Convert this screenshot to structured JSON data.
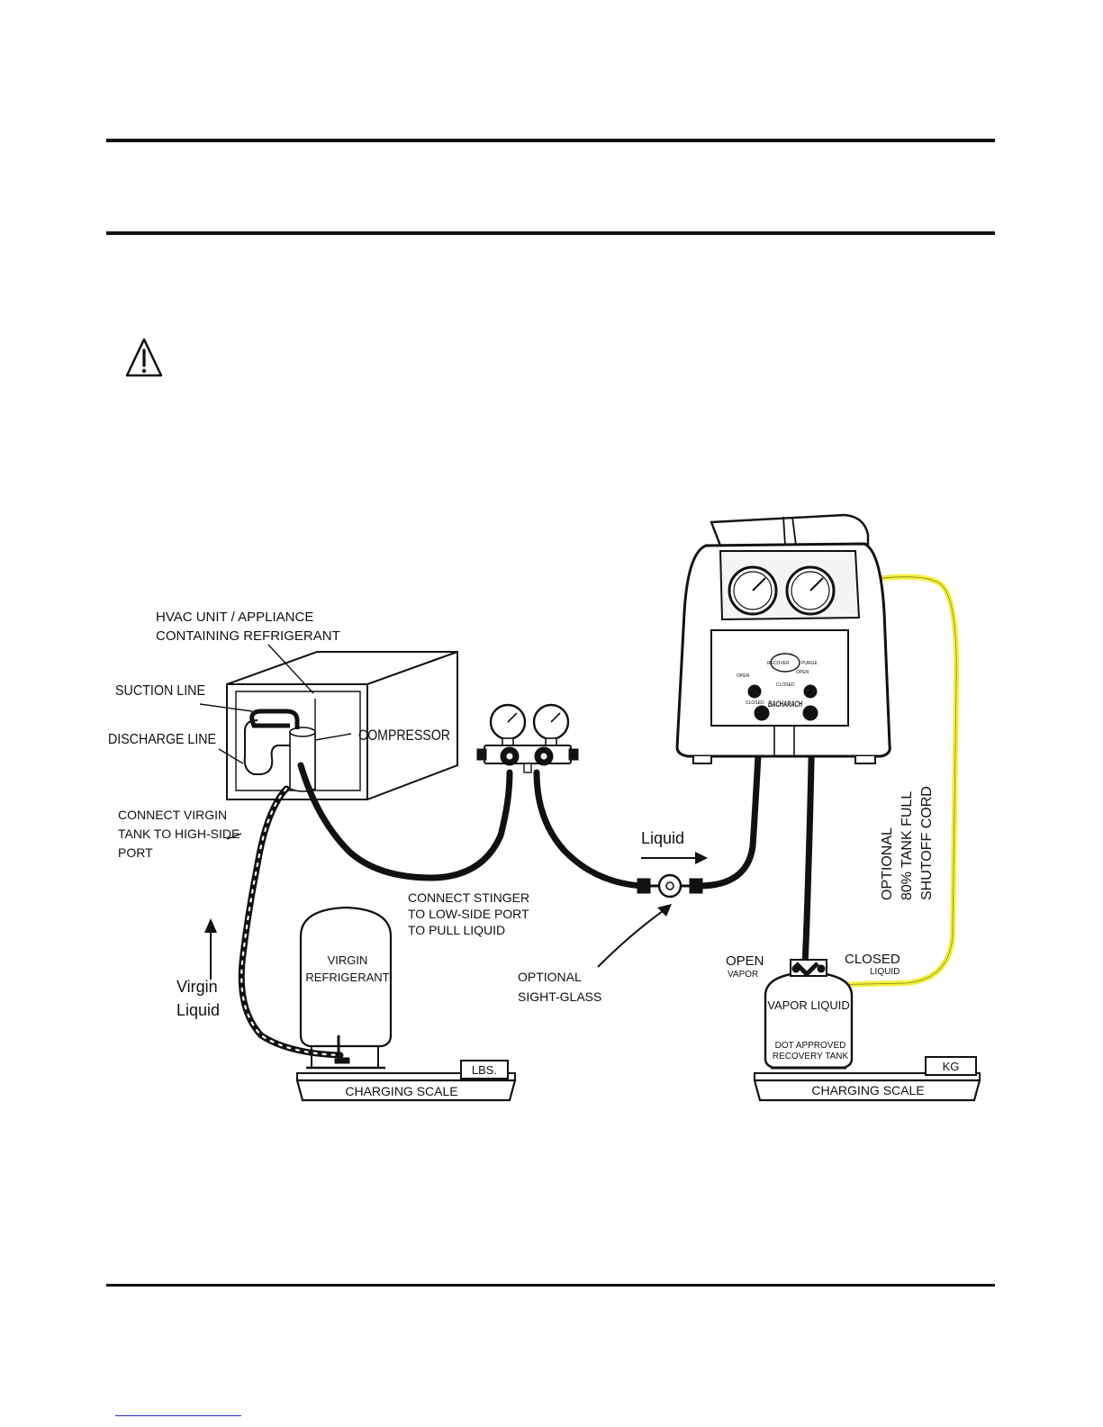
{
  "diagram": {
    "labels": {
      "hvac_line1": "HVAC UNIT / APPLIANCE",
      "hvac_line2": "CONTAINING REFRIGERANT",
      "suction": "SUCTION LINE",
      "discharge": "DISCHARGE LINE",
      "compressor": "COMPRESSOR",
      "connect_virgin_1": "CONNECT VIRGIN",
      "connect_virgin_2": "TANK TO HIGH-SIDE",
      "connect_virgin_3": "PORT",
      "virgin_liquid_1": "Virgin",
      "virgin_liquid_2": "Liquid",
      "virgin_tank_1": "VIRGIN",
      "virgin_tank_2": "REFRIGERANT",
      "stinger_1": "CONNECT STINGER",
      "stinger_2": "TO LOW-SIDE PORT",
      "stinger_3": "TO PULL LIQUID",
      "liquid_arrow": "Liquid",
      "sight_glass_1": "OPTIONAL",
      "sight_glass_2": "SIGHT-GLASS",
      "open": "OPEN",
      "vapor": "VAPOR",
      "closed": "CLOSED",
      "liquid_small": "LIQUID",
      "vapor_liquid": "VAPOR LIQUID",
      "dot_1": "DOT APPROVED",
      "dot_2": "RECOVERY TANK",
      "cord_1": "OPTIONAL",
      "cord_2": "80% TANK FULL",
      "cord_3": "SHUTOFF CORD",
      "scale_left": "CHARGING SCALE",
      "scale_right": "CHARGING SCALE",
      "unit_lbs": "LBS.",
      "unit_kg": "KG",
      "brand": "BACHARACH",
      "recover": "RECOVER",
      "purge": "PURGE",
      "valve_open_l": "OPEN",
      "valve_closed_l": "CLOSED",
      "valve_open_r": "OPEN",
      "valve_closed_r": "CLOSED"
    },
    "colors": {
      "line": "#111111",
      "cord": "#f2ee3a"
    }
  }
}
